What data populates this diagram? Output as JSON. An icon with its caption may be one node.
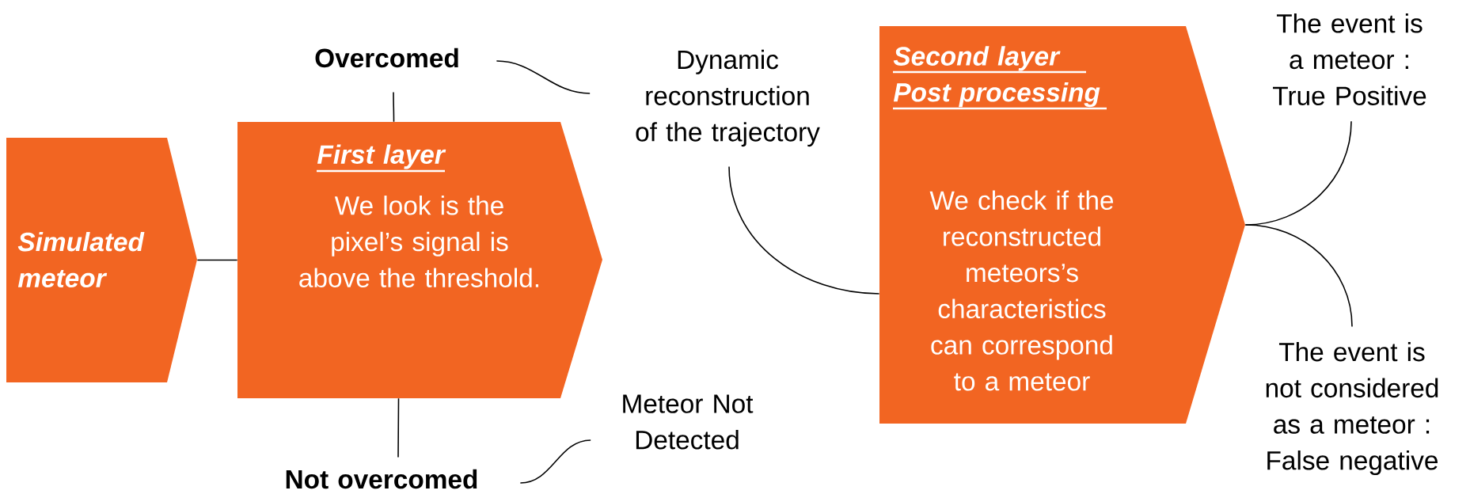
{
  "diagram": {
    "nodes": [
      {
        "text": [
          "Simulated meteor"
        ]
      },
      {
        "text": [
          "First layer",
          "We look is the pixel’s signal is above the threshold."
        ]
      },
      {
        "text": [
          "Overcomed"
        ]
      },
      {
        "text": [
          "Not overcomed"
        ]
      },
      {
        "text": [
          "Dynamic reconstruction of the trajectory"
        ]
      },
      {
        "text": [
          "Meteor Not Detected"
        ]
      },
      {
        "text": [
          "Second layer Post processing",
          "We check if the reconstructed meteors’s characteristics can correspond to a meteor"
        ]
      },
      {
        "text": [
          "The event is a meteor : True Positive"
        ]
      },
      {
        "text": [
          "The event is not considered as a meteor : False negative"
        ]
      }
    ],
    "edges": [
      {
        "from": 0,
        "to": 1,
        "arrow": "none"
      },
      {
        "from": 1,
        "to": 2,
        "arrow": "none"
      },
      {
        "from": 1,
        "to": 3,
        "arrow": "none"
      },
      {
        "from": 2,
        "to": 4,
        "arrow": "none"
      },
      {
        "from": 3,
        "to": 5,
        "arrow": "none"
      },
      {
        "from": 4,
        "to": 6,
        "arrow": "none"
      },
      {
        "from": 6,
        "to": 7,
        "arrow": "none"
      },
      {
        "from": 6,
        "to": 8,
        "arrow": "none"
      }
    ]
  }
}
